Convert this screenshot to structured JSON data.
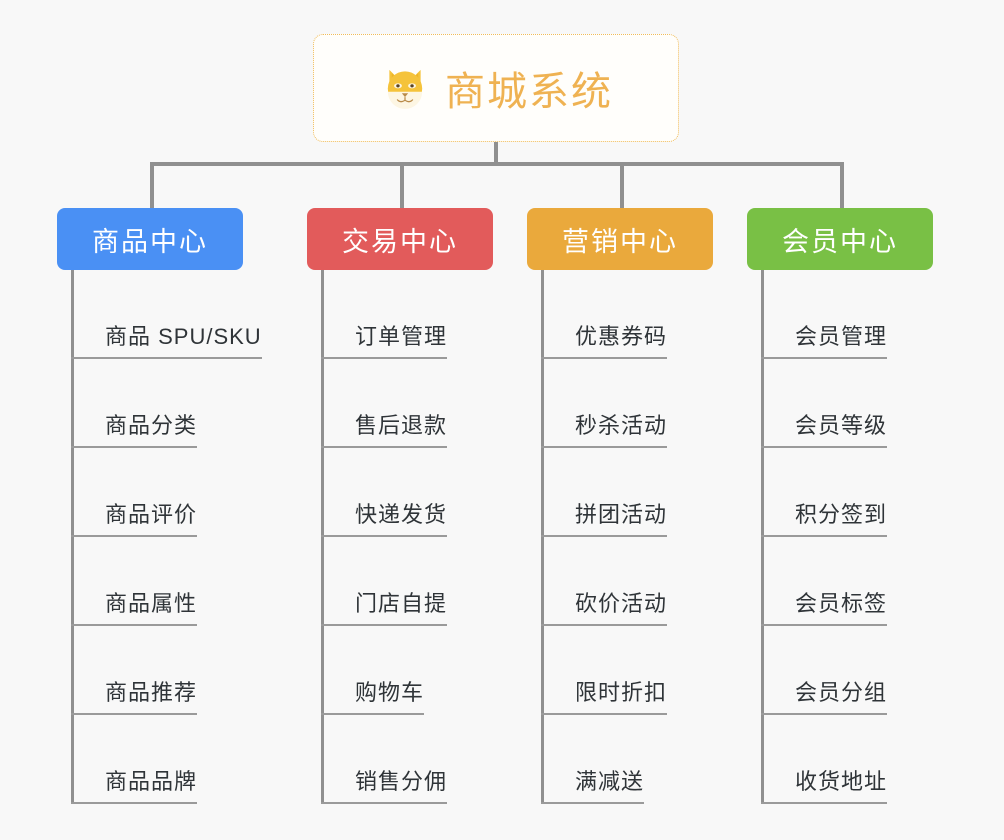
{
  "page": {
    "background_color": "#f8f8f8",
    "line_color": "#909090"
  },
  "root": {
    "icon": "dog-face-icon",
    "icon_glyph": "🐶",
    "title": "商城系统",
    "text_color": "#efb252",
    "border_color": "#f0bc5a",
    "background_color": "#fffefb"
  },
  "columns": [
    {
      "id": "product-center",
      "label": "商品中心",
      "color": "#4a90f4",
      "items": [
        "商品 SPU/SKU",
        "商品分类",
        "商品评价",
        "商品属性",
        "商品推荐",
        "商品品牌"
      ]
    },
    {
      "id": "trade-center",
      "label": "交易中心",
      "color": "#e25b5b",
      "items": [
        "订单管理",
        "售后退款",
        "快递发货",
        "门店自提",
        "购物车",
        "销售分佣"
      ]
    },
    {
      "id": "marketing-center",
      "label": "营销中心",
      "color": "#eaa93c",
      "items": [
        "优惠券码",
        "秒杀活动",
        "拼团活动",
        "砍价活动",
        "限时折扣",
        "满减送"
      ]
    },
    {
      "id": "member-center",
      "label": "会员中心",
      "color": "#79c045",
      "items": [
        "会员管理",
        "会员等级",
        "积分签到",
        "会员标签",
        "会员分组",
        "收货地址"
      ]
    }
  ]
}
